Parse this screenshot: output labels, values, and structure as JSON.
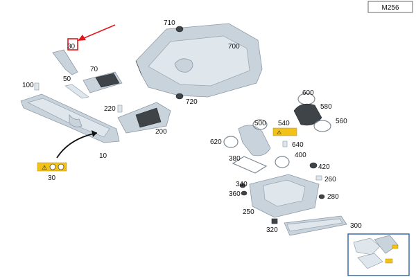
{
  "diagram": {
    "model_code": "M256",
    "callouts": {
      "c710": "710",
      "c700": "700",
      "c720": "720",
      "c30_top": "30",
      "c70": "70",
      "c50": "50",
      "c100": "100",
      "c220": "220",
      "c200": "200",
      "c10": "10",
      "c30_label": "30",
      "c600": "600",
      "c580": "580",
      "c560": "560",
      "c500": "500",
      "c540": "540",
      "c620": "620",
      "c640": "640",
      "c380": "380",
      "c400": "400",
      "c420": "420",
      "c340": "340",
      "c260": "260",
      "c360": "360",
      "c280": "280",
      "c250": "250",
      "c300": "300",
      "c320": "320"
    },
    "colors": {
      "highlight": "#e3161b",
      "warning_label": "#f3c218",
      "inset_border": "#2f5f9e"
    },
    "icons": {
      "warning_label_30": "warning-label-icon",
      "warning_label_540": "warning-label-icon"
    }
  }
}
